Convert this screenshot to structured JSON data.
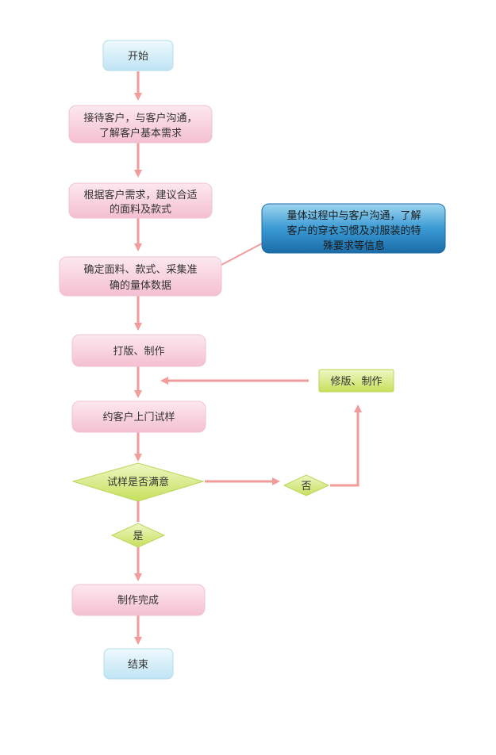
{
  "flowchart": {
    "start": "开始",
    "step1": [
      "接待客户，与客户沟通，",
      "了解客户基本需求"
    ],
    "step2": [
      "根据客户需求，建议合适",
      "的面料及款式"
    ],
    "step3": [
      "确定面料、款式、采集准",
      "确的量体数据"
    ],
    "note": [
      "量体过程中与客户沟通，了解",
      "客户的穿衣习惯及对服装的特",
      "殊要求等信息"
    ],
    "step4": "打版、制作",
    "revise": "修版、制作",
    "step5": "约客户上门试样",
    "decision": "试样是否满意",
    "no_label": "否",
    "yes_label": "是",
    "step6": "制作完成",
    "end": "结束"
  },
  "colors": {
    "arrow": "#f29b9b",
    "pink_box": "#f9d3e0",
    "blue_box": "#d4eef8",
    "green_shape": "#d5eb84",
    "note_box": "#1f7fbf"
  }
}
